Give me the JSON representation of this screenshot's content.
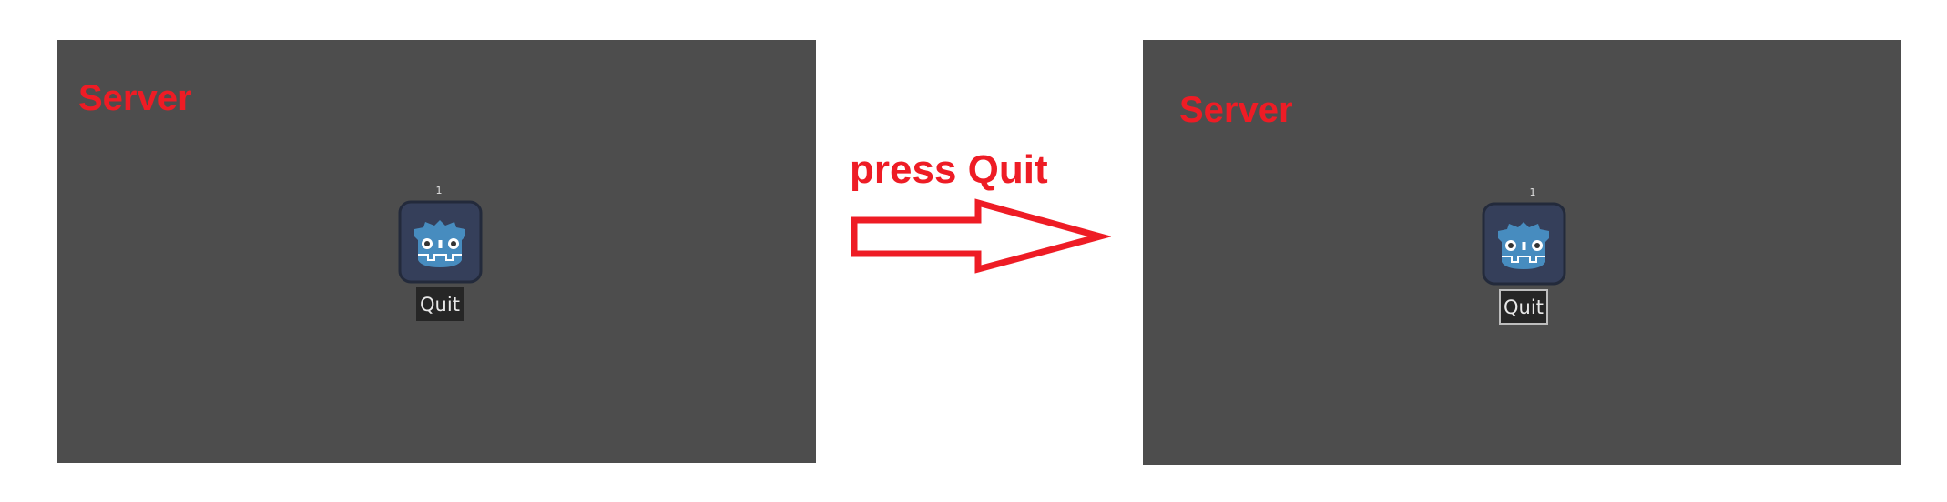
{
  "annotation": {
    "label": "press Quit",
    "color": "#ee1c25"
  },
  "before": {
    "title": "Server",
    "player_count": "1",
    "quit_label": "Quit",
    "icon": "godot-logo-icon"
  },
  "after": {
    "title": "Server",
    "player_count": "1",
    "quit_label": "Quit",
    "icon": "godot-logo-icon"
  }
}
